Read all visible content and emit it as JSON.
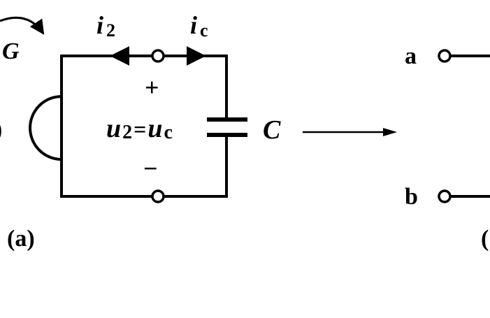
{
  "figure": {
    "current_i2": {
      "symbol": "i",
      "sub": "2"
    },
    "current_ic": {
      "symbol": "i",
      "sub": "c"
    },
    "label_G": "G",
    "plus_sign": "+",
    "minus_sign": "−",
    "voltage_u2": {
      "symbol": "u",
      "sub": "2"
    },
    "equals": "=",
    "voltage_uc": {
      "symbol": "u",
      "sub": "c"
    },
    "capacitor_label": "C",
    "terminal_a": "a",
    "terminal_b": "b",
    "caption_a": "(a)",
    "caption_b_partial": "(",
    "left_edge_partial": ")"
  }
}
